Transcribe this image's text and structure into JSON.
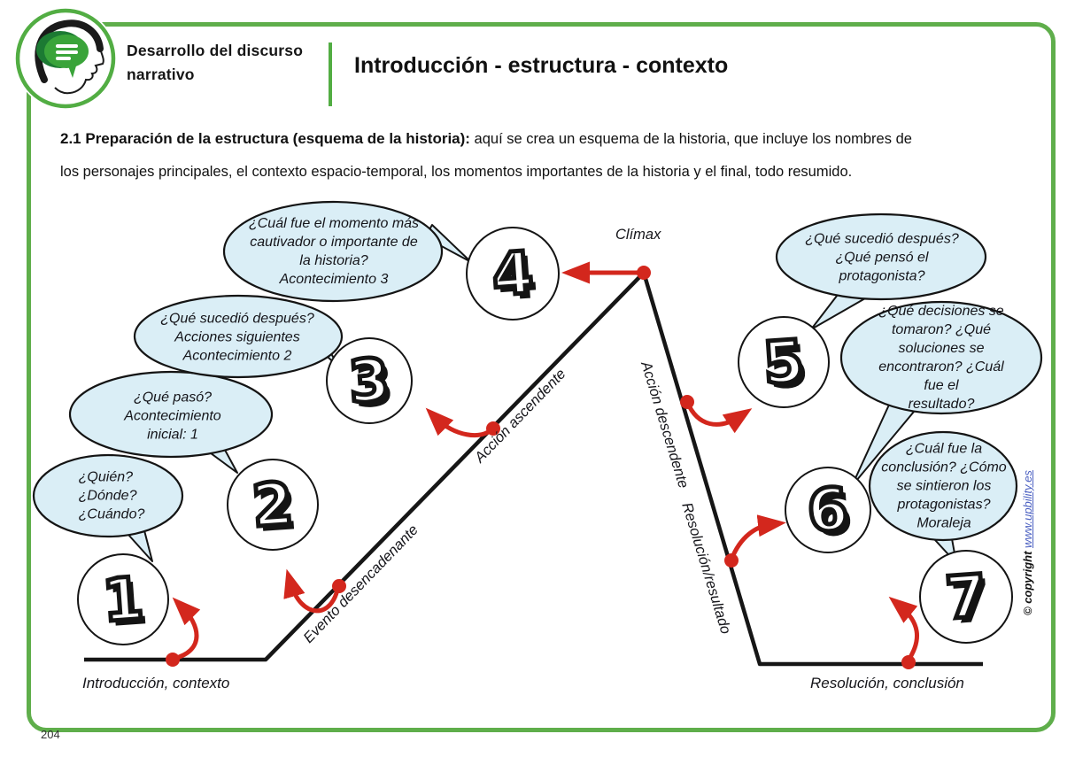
{
  "header": {
    "logo_title": "Desarrollo del discurso\nnarrativo",
    "title": "Introducción - estructura - contexto"
  },
  "intro": {
    "bold": "2.1 Preparación de la estructura (esquema de la historia):",
    "line1_rest": " aquí se crea un esquema de la historia, que incluye los nombres de",
    "line2": "los personajes principales, el contexto espacio-temporal, los momentos importantes de la historia y el final, todo resumido."
  },
  "diagram": {
    "stages": [
      {
        "number": "1",
        "bubble": "¿Quién?\n¿Dónde?\n¿Cuándo?"
      },
      {
        "number": "2",
        "bubble": "¿Qué pasó?\nAcontecimiento\ninicial: 1"
      },
      {
        "number": "3",
        "bubble": "¿Qué sucedió después?\nAcciones siguientes\nAcontecimiento 2"
      },
      {
        "number": "4",
        "bubble": "¿Cuál fue el momento más\ncautivador o importante de\nla historia?\nAcontecimiento 3"
      },
      {
        "number": "5",
        "bubble": "¿Qué sucedió después?\n¿Qué pensó el\nprotagonista?"
      },
      {
        "number": "6",
        "bubble": "¿Qué decisiones se\ntomaron? ¿Qué\nsoluciones se\nencontraron? ¿Cuál fue el\nresultado?"
      },
      {
        "number": "7",
        "bubble": "¿Cuál fue la\nconclusión? ¿Cómo\nse sintieron los\nprotagonistas?\nMoraleja"
      }
    ],
    "labels": {
      "trigger": "Evento desencadenante",
      "rising": "Acción ascendente",
      "climax": "Clímax",
      "falling": "Acción descendente",
      "resolution_line": "Resolución/resultado",
      "bottom_left": "Introducción, contexto",
      "bottom_right": "Resolución, conclusión"
    },
    "colors": {
      "arrow_red": "#d3271d",
      "bubble_fill": "#daeef6",
      "line_black": "#161616",
      "frame_green": "#5fae4b"
    }
  },
  "footer": {
    "copyright_prefix": "© copyright ",
    "copyright_link": "www.upbility.es",
    "page_number": "204"
  }
}
